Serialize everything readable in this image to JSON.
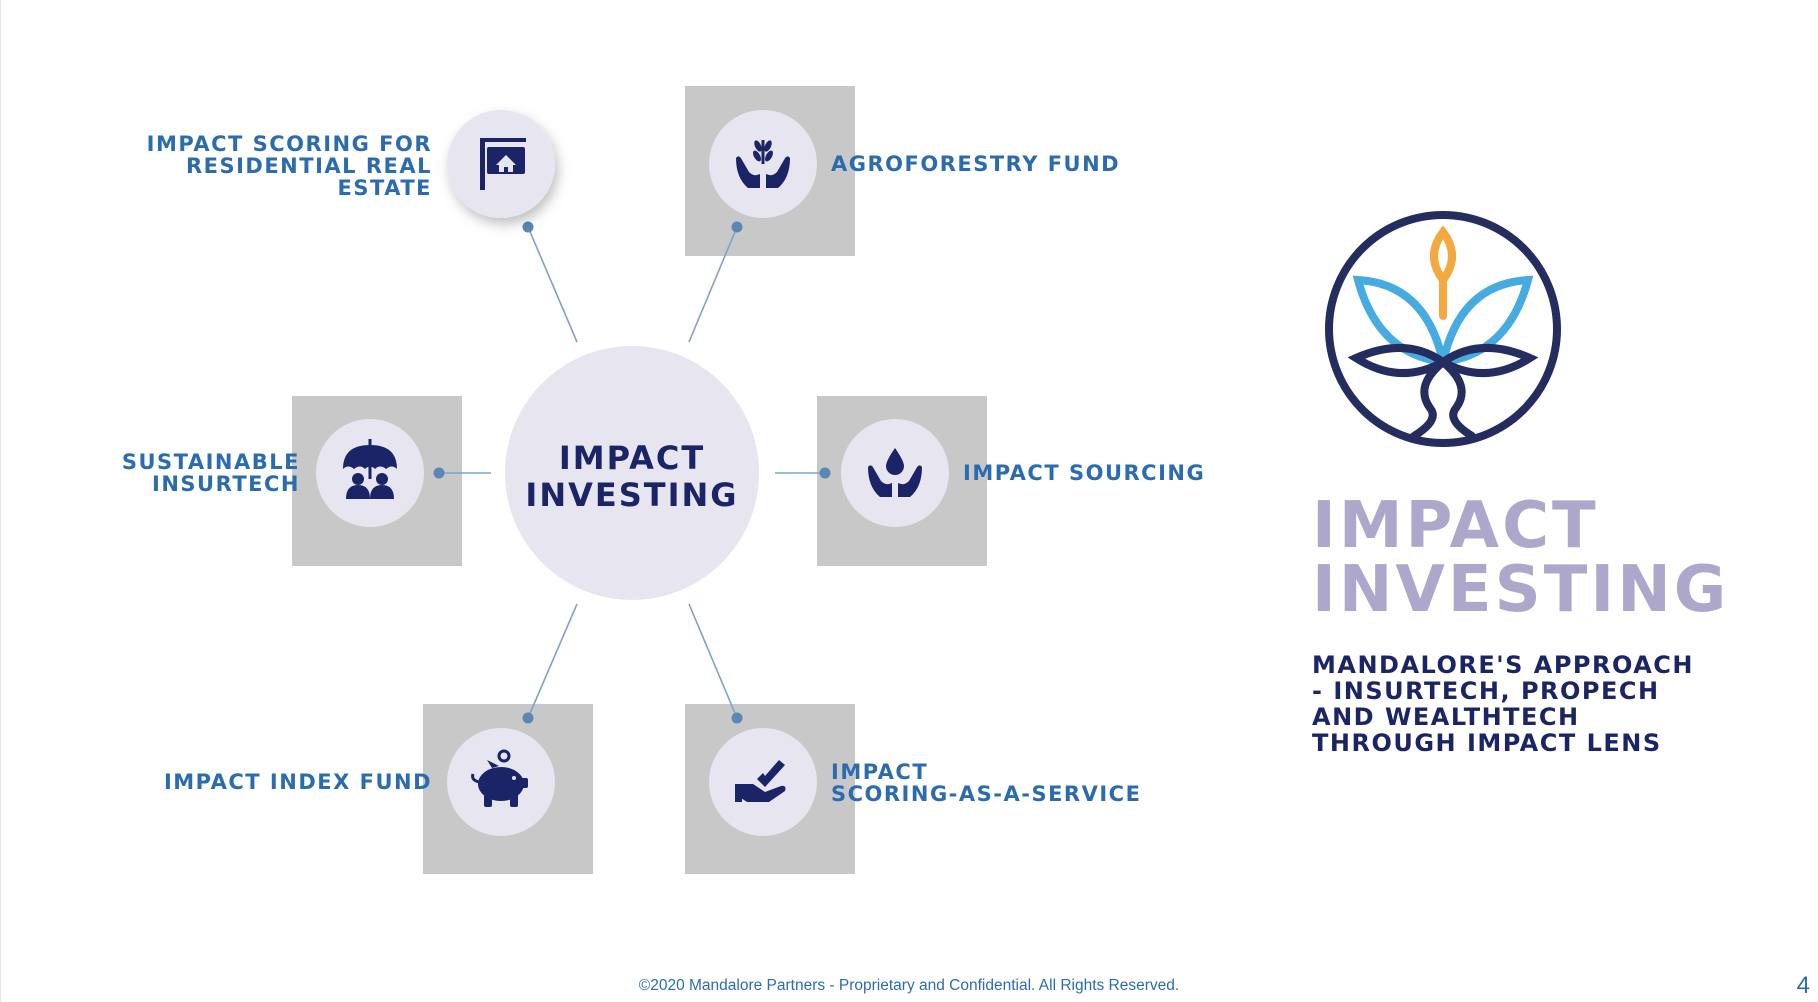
{
  "diagram": {
    "center": "IMPACT\nINVESTING",
    "nodes": [
      {
        "label": "IMPACT SCORING FOR\nRESIDENTIAL REAL\nESTATE",
        "icon": "house-sign-icon"
      },
      {
        "label": "AGROFORESTRY FUND",
        "icon": "hands-plant-icon"
      },
      {
        "label": "SUSTAINABLE\nINSURTECH",
        "icon": "umbrella-family-icon"
      },
      {
        "label": "IMPACT SOURCING",
        "icon": "hands-water-drop-icon"
      },
      {
        "label": "IMPACT INDEX FUND",
        "icon": "piggy-bank-icon"
      },
      {
        "label": "IMPACT\nSCORING-AS-A-SERVICE",
        "icon": "hand-check-icon"
      }
    ]
  },
  "brand": {
    "logo_icon": "sprout-circle-logo",
    "title": "IMPACT\nINVESTING",
    "subtitle": "MANDALORE'S APPROACH\n- INSURTECH, PROPECH\nAND WEALTHTECH\nTHROUGH IMPACT LENS"
  },
  "footer": {
    "text": "©2020 Mandalore Partners - Proprietary and Confidential. All Rights Reserved.",
    "page_number": "4"
  },
  "colors": {
    "label_blue": "#2b6cb0",
    "navy": "#1a2466",
    "circle_fill": "#e6e5f0",
    "square_fill": "#c8c8c8",
    "title_lilac": "#ada7cc",
    "logo_orange": "#f4a940",
    "logo_blue": "#45abe0"
  }
}
